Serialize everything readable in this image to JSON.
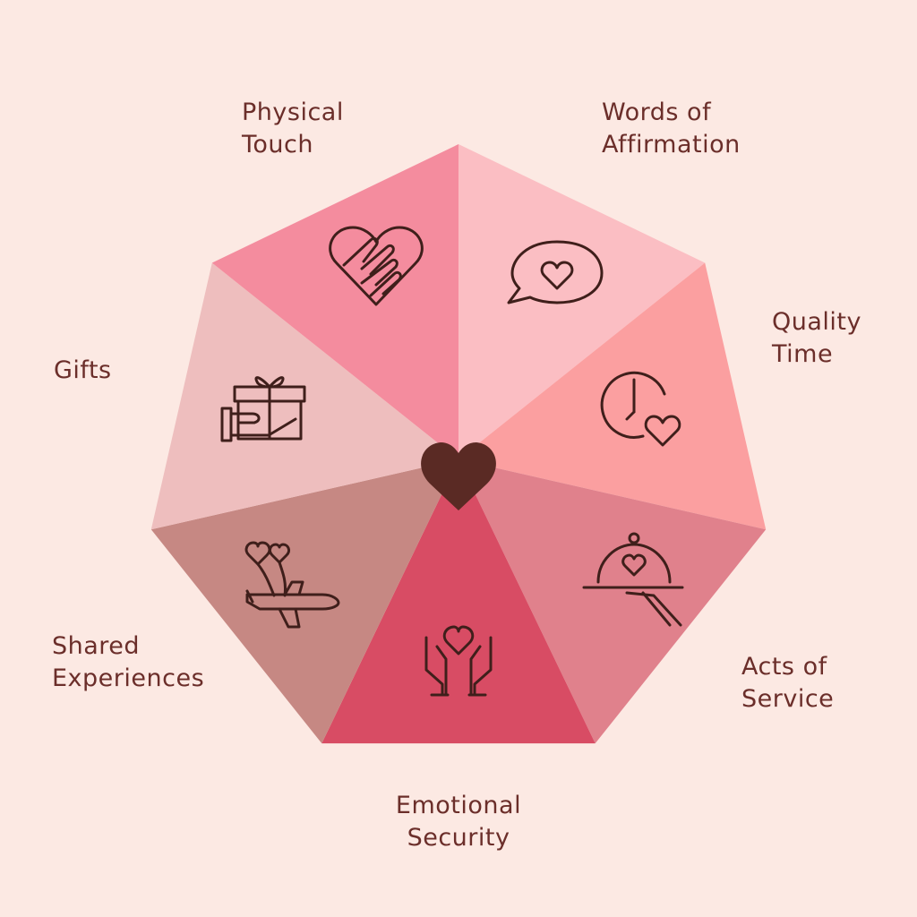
{
  "segments": [
    {
      "key": "words",
      "line1": "Words of",
      "line2": "Affirmation",
      "color": "#FBBEC3",
      "icon": "speech-bubble-heart-icon"
    },
    {
      "key": "quality",
      "line1": "Quality",
      "line2": "Time",
      "color": "#FB9FA0",
      "icon": "clock-heart-icon"
    },
    {
      "key": "acts",
      "line1": "Acts of",
      "line2": "Service",
      "color": "#E0818C",
      "icon": "serving-cloche-heart-icon"
    },
    {
      "key": "security",
      "line1": "Emotional",
      "line2": "Security",
      "color": "#D84C64",
      "icon": "hands-holding-heart-icon"
    },
    {
      "key": "shared",
      "line1": "Shared",
      "line2": "Experiences",
      "color": "#C68883",
      "icon": "airplane-heart-balloons-icon"
    },
    {
      "key": "gifts",
      "line1": "Gifts",
      "line2": "",
      "color": "#EEBEBE",
      "icon": "hand-gift-box-icon"
    },
    {
      "key": "touch",
      "line1": "Physical",
      "line2": "Touch",
      "color": "#F48C9E",
      "icon": "heart-hands-icon"
    }
  ],
  "center_heart_color": "#5A2A24",
  "label_color": "#6B2E2A",
  "background": "#FCE9E3"
}
